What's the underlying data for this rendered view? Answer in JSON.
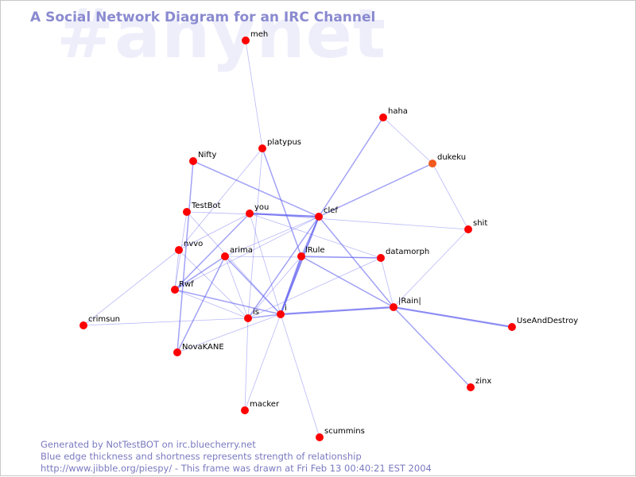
{
  "watermark": "#anynet",
  "title": "A Social Network Diagram for an IRC Channel",
  "footer": {
    "line1": "Generated by NotTestBOT on irc.bluecherry.net",
    "line2": "Blue edge thickness and shortness represents strength of relationship",
    "line3": "http://www.jibble.org/piespy/ - This frame was drawn at Fri Feb 13 00:40:21 EST 2004"
  },
  "colors": {
    "node": "#ff0000",
    "node_highlight": "#f05a1e",
    "edge": "#6464f0",
    "title": "#8a8ad0",
    "watermark": "#eeeefb",
    "footer": "#7a7ac0"
  },
  "nodes": [
    {
      "id": "meh",
      "label": "meh"
    },
    {
      "id": "haha",
      "label": "haha"
    },
    {
      "id": "platypus",
      "label": "platypus"
    },
    {
      "id": "Nifty",
      "label": "Nifty"
    },
    {
      "id": "dukeku",
      "label": "dukeku",
      "highlight": true
    },
    {
      "id": "TestBot",
      "label": "TestBot"
    },
    {
      "id": "you",
      "label": "you"
    },
    {
      "id": "clef",
      "label": "clef"
    },
    {
      "id": "shit",
      "label": "shit"
    },
    {
      "id": "nvvo",
      "label": "nvvo"
    },
    {
      "id": "arima",
      "label": "arima"
    },
    {
      "id": "IRule",
      "label": "lRule"
    },
    {
      "id": "datamorph",
      "label": "datamorph"
    },
    {
      "id": "Rwf",
      "label": "Rwf"
    },
    {
      "id": "Rain",
      "label": "|Rain|"
    },
    {
      "id": "crimsun",
      "label": "crimsun"
    },
    {
      "id": "is",
      "label": "is"
    },
    {
      "id": "i",
      "label": "i"
    },
    {
      "id": "UseAndDestroy",
      "label": "UseAndDestroy"
    },
    {
      "id": "NovaKANE",
      "label": "NovaKANE"
    },
    {
      "id": "zinx",
      "label": "zinx"
    },
    {
      "id": "macker",
      "label": "macker"
    },
    {
      "id": "scummins",
      "label": "scummins"
    }
  ],
  "edges": [
    {
      "source": "meh",
      "target": "platypus",
      "weight": 1
    },
    {
      "source": "haha",
      "target": "clef",
      "weight": 2
    },
    {
      "source": "haha",
      "target": "dukeku",
      "weight": 1
    },
    {
      "source": "dukeku",
      "target": "clef",
      "weight": 2
    },
    {
      "source": "dukeku",
      "target": "shit",
      "weight": 1
    },
    {
      "source": "shit",
      "target": "Rain",
      "weight": 1
    },
    {
      "source": "shit",
      "target": "you",
      "weight": 1
    },
    {
      "source": "platypus",
      "target": "IRule",
      "weight": 2
    },
    {
      "source": "platypus",
      "target": "nvvo",
      "weight": 1
    },
    {
      "source": "platypus",
      "target": "is",
      "weight": 1
    },
    {
      "source": "Nifty",
      "target": "clef",
      "weight": 2
    },
    {
      "source": "Nifty",
      "target": "NovaKANE",
      "weight": 2
    },
    {
      "source": "TestBot",
      "target": "clef",
      "weight": 1
    },
    {
      "source": "TestBot",
      "target": "Rwf",
      "weight": 1
    },
    {
      "source": "TestBot",
      "target": "i",
      "weight": 1
    },
    {
      "source": "you",
      "target": "clef",
      "weight": 3
    },
    {
      "source": "you",
      "target": "nvvo",
      "weight": 1
    },
    {
      "source": "you",
      "target": "Rwf",
      "weight": 2
    },
    {
      "source": "you",
      "target": "datamorph",
      "weight": 1
    },
    {
      "source": "you",
      "target": "i",
      "weight": 1
    },
    {
      "source": "clef",
      "target": "IRule",
      "weight": 2
    },
    {
      "source": "clef",
      "target": "i",
      "weight": 3
    },
    {
      "source": "clef",
      "target": "is",
      "weight": 2
    },
    {
      "source": "clef",
      "target": "Rain",
      "weight": 2
    },
    {
      "source": "clef",
      "target": "arima",
      "weight": 1
    },
    {
      "source": "clef",
      "target": "Rwf",
      "weight": 1
    },
    {
      "source": "IRule",
      "target": "datamorph",
      "weight": 2
    },
    {
      "source": "IRule",
      "target": "i",
      "weight": 3
    },
    {
      "source": "IRule",
      "target": "Rain",
      "weight": 2
    },
    {
      "source": "IRule",
      "target": "is",
      "weight": 1
    },
    {
      "source": "arima",
      "target": "i",
      "weight": 2
    },
    {
      "source": "arima",
      "target": "is",
      "weight": 1
    },
    {
      "source": "arima",
      "target": "NovaKANE",
      "weight": 2
    },
    {
      "source": "arima",
      "target": "datamorph",
      "weight": 1
    },
    {
      "source": "arima",
      "target": "Rwf",
      "weight": 2
    },
    {
      "source": "nvvo",
      "target": "is",
      "weight": 1
    },
    {
      "source": "nvvo",
      "target": "Rwf",
      "weight": 1
    },
    {
      "source": "nvvo",
      "target": "crimsun",
      "weight": 1
    },
    {
      "source": "Rwf",
      "target": "i",
      "weight": 2
    },
    {
      "source": "Rwf",
      "target": "is",
      "weight": 1
    },
    {
      "source": "is",
      "target": "i",
      "weight": 2
    },
    {
      "source": "is",
      "target": "datamorph",
      "weight": 1
    },
    {
      "source": "is",
      "target": "macker",
      "weight": 1
    },
    {
      "source": "i",
      "target": "Rain",
      "weight": 3
    },
    {
      "source": "i",
      "target": "NovaKANE",
      "weight": 1
    },
    {
      "source": "i",
      "target": "scummins",
      "weight": 1
    },
    {
      "source": "i",
      "target": "macker",
      "weight": 1
    },
    {
      "source": "crimsun",
      "target": "is",
      "weight": 1
    },
    {
      "source": "Rain",
      "target": "UseAndDestroy",
      "weight": 3
    },
    {
      "source": "Rain",
      "target": "zinx",
      "weight": 2
    },
    {
      "source": "Rain",
      "target": "datamorph",
      "weight": 1
    }
  ]
}
